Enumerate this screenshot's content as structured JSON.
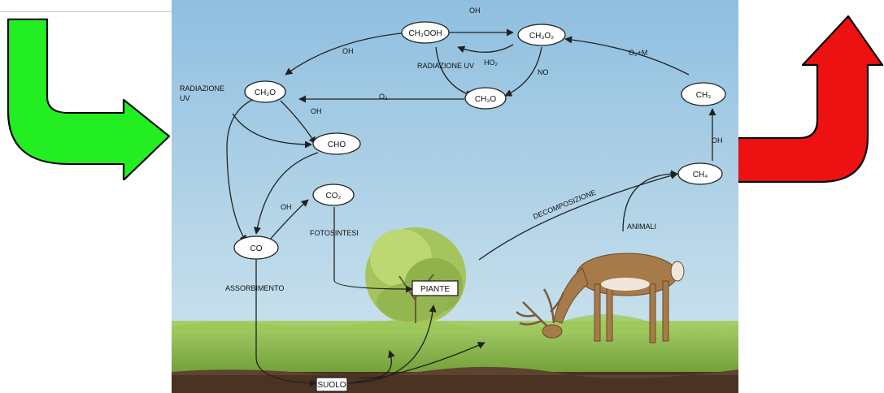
{
  "colors": {
    "in_arrow": "#22ee22",
    "out_arrow": "#ee1111",
    "sky_top": "#8fbfe0",
    "sky_bottom": "#cfe4ef",
    "grass": "#8cbc4a",
    "soil": "#4a3322",
    "node_fill": "#ffffff",
    "edge": "#222222"
  },
  "icons": {
    "left_arrow": "green-bent-arrow-icon",
    "right_arrow": "red-bent-arrow-icon"
  },
  "nodes": {
    "ch3ooh": "CH₃OOH",
    "ch3o2": "CH₃O₂",
    "ch2o": "CH₂O",
    "ch3o": "CH₃O",
    "cho": "CHO",
    "co2": "CO₂",
    "co": "CO",
    "ch3": "CH₃",
    "ch4": "CH₄",
    "piante": "PIANTE",
    "suolo": "SUOLO"
  },
  "labels": {
    "oh_top": "OH",
    "oh_left": "OH",
    "radiazione_uv_center": "RADIAZIONE UV",
    "ho2": "HO₂",
    "no": "NO",
    "o2_m": "O₂+M",
    "radiazione_uv_left_1": "RADIAZIONE",
    "radiazione_uv_left_2": "UV",
    "oh_ch2o_cho": "OH",
    "o2_ch3o": "O₂",
    "oh_co_co2": "OH",
    "oh_ch4_ch3": "OH",
    "fotosintesi": "FOTOSINTESI",
    "decomposizione": "DECOMPOSIZIONE",
    "animali": "ANIMALI",
    "assorbimento": "ASSORBIMENTO"
  }
}
